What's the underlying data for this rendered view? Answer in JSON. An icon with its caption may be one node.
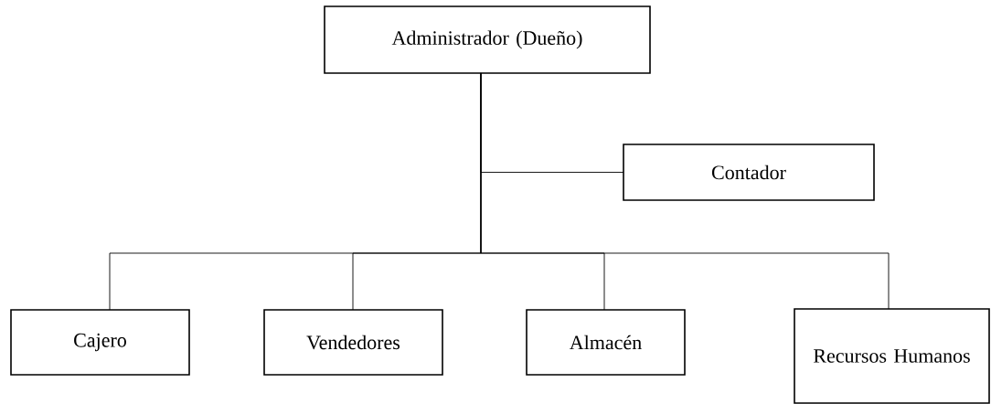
{
  "diagram": {
    "nodes": [
      {
        "text": [
          "Administrador (Dueño)"
        ]
      },
      {
        "text": [
          "Contador"
        ]
      },
      {
        "text": [
          "Cajero"
        ]
      },
      {
        "text": [
          "Vendedores"
        ]
      },
      {
        "text": [
          "Almacén"
        ]
      },
      {
        "text": [
          "Recursos Humanos"
        ]
      }
    ],
    "edges": [
      {
        "from": 0,
        "to": 1,
        "arrow": "none"
      },
      {
        "from": 0,
        "to": 2,
        "arrow": "none"
      },
      {
        "from": 0,
        "to": 3,
        "arrow": "none"
      },
      {
        "from": 0,
        "to": 4,
        "arrow": "none"
      },
      {
        "from": 0,
        "to": 5,
        "arrow": "none"
      }
    ]
  }
}
